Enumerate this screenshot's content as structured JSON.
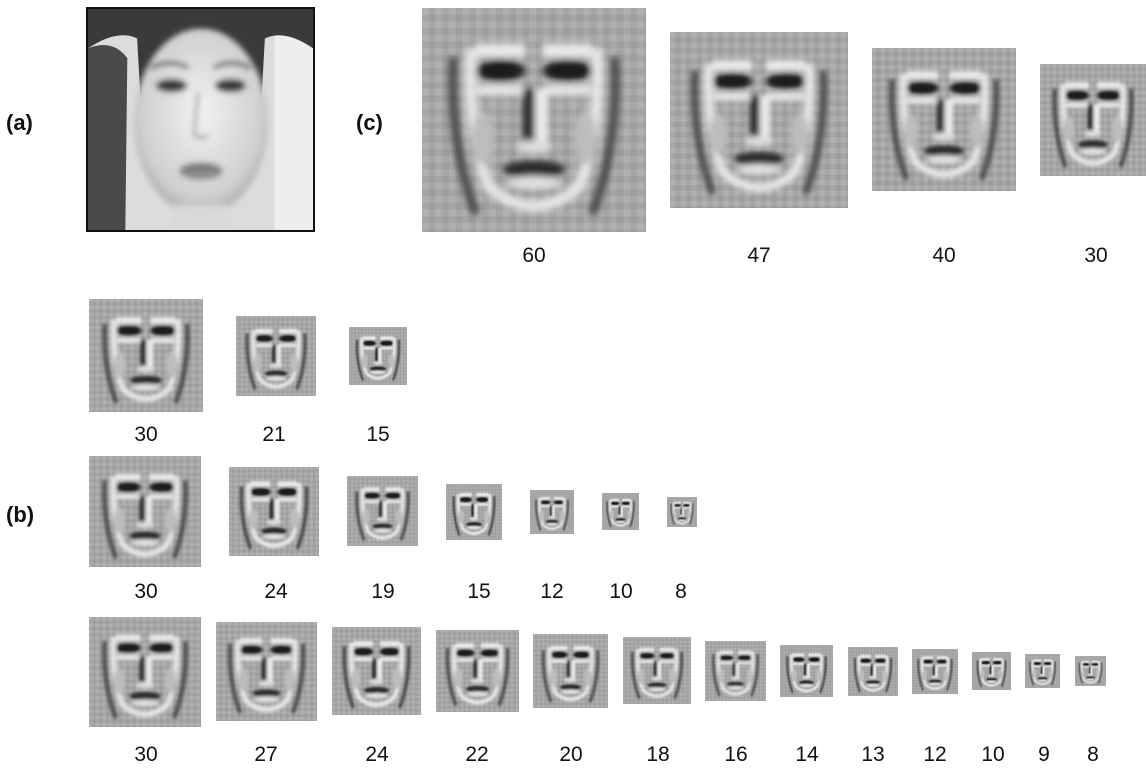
{
  "panels": {
    "a": {
      "label": "(a)"
    },
    "b": {
      "label": "(b)"
    },
    "c": {
      "label": "(c)"
    }
  },
  "row_c": {
    "sizes": [
      "60",
      "47",
      "40",
      "30"
    ]
  },
  "row_b1": {
    "sizes": [
      "30",
      "21",
      "15"
    ]
  },
  "row_b2": {
    "sizes": [
      "30",
      "24",
      "19",
      "15",
      "12",
      "10",
      "8"
    ]
  },
  "row_b3": {
    "sizes": [
      "30",
      "27",
      "24",
      "22",
      "20",
      "18",
      "16",
      "14",
      "13",
      "12",
      "10",
      "9",
      "8"
    ]
  }
}
